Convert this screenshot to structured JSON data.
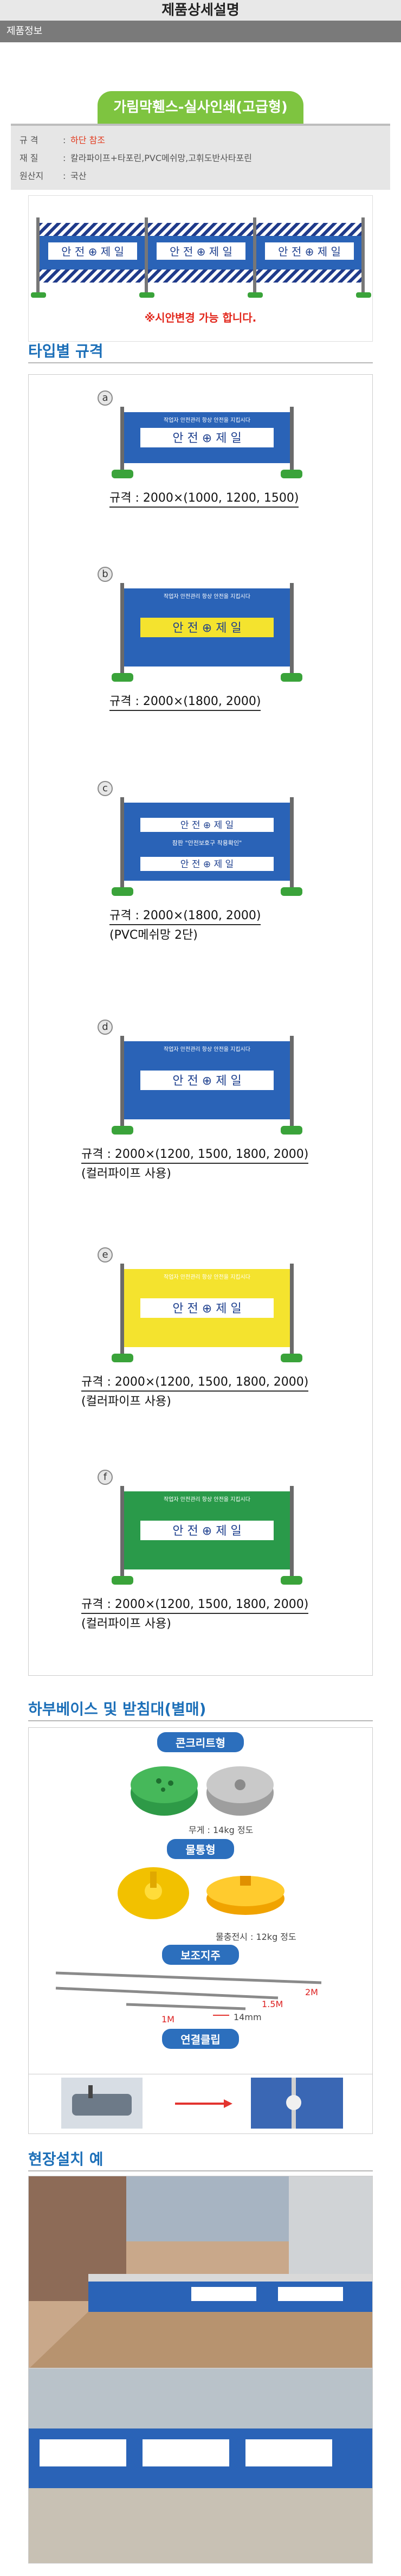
{
  "header": {
    "title": "제품상세설명",
    "info_tab": "제품정보"
  },
  "product": {
    "name": "가림막휀스-실사인쇄(고급형)",
    "specs": [
      {
        "key": "규 격",
        "value": "하단 참조",
        "highlight": true
      },
      {
        "key": "재 질",
        "value": "칼라파이프+타포린,PVC메쉬망,고휘도반사타포린",
        "highlight": false
      },
      {
        "key": "원산지",
        "value": "국산",
        "highlight": false
      }
    ],
    "notice": "※시안변경 가능 합니다."
  },
  "banner": {
    "text_left": "안 전",
    "text_right": "제 일",
    "top_text": "작업자 안전관리 항상 안전을 지킵시다",
    "warn_text": "참판 \"안전보호구 착용확인\""
  },
  "colors": {
    "accent_blue": "#1c6fb8",
    "green_tab": "#7ec440",
    "red_notice": "#e2261b",
    "pill_blue": "#2c6fbd"
  },
  "types": {
    "title": "타입별 규격",
    "items": [
      {
        "badge": "a",
        "spec": "규격 : 2000×(1000, 1200, 1500)",
        "extra": "",
        "color": "blue"
      },
      {
        "badge": "b",
        "spec": "규격 : 2000×(1800, 2000)",
        "extra": "",
        "color": "bluelong"
      },
      {
        "badge": "c",
        "spec": "규격 : 2000×(1800, 2000)",
        "extra": "(PVC메쉬망 2단)",
        "color": "double"
      },
      {
        "badge": "d",
        "spec": "규격 : 2000×(1200, 1500, 1800, 2000)",
        "extra": "(컬러파이프 사용)",
        "color": "blue"
      },
      {
        "badge": "e",
        "spec": "규격 : 2000×(1200, 1500, 1800, 2000)",
        "extra": "(컬러파이프 사용)",
        "color": "yellow"
      },
      {
        "badge": "f",
        "spec": "규격 : 2000×(1200, 1500, 1800, 2000)",
        "extra": "(컬러파이프 사용)",
        "color": "green"
      }
    ]
  },
  "bases": {
    "title": "하부베이스 및 받침대(별매)",
    "concrete": {
      "label": "콘크리트형",
      "note": "무게 : 14kg 정도"
    },
    "water": {
      "label": "물통형",
      "note": "물충전시 : 12kg 정도"
    },
    "support": {
      "label": "보조지주",
      "l1": "2M",
      "l2": "1.5M",
      "l3": "1M",
      "l4": "14mm"
    },
    "clip": {
      "label": "연결클립"
    }
  },
  "site": {
    "title": "현장설치 예"
  }
}
